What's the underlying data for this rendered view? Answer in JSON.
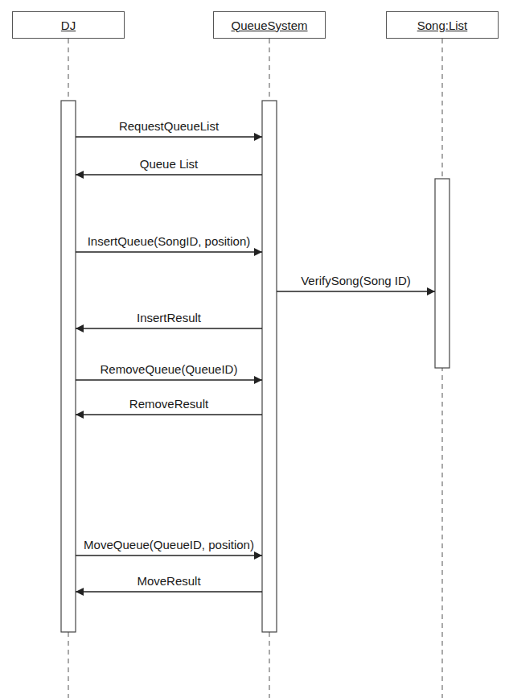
{
  "diagram": {
    "nodes": [
      {
        "text": [
          "DJ"
        ]
      },
      {
        "text": [
          "QueueSystem"
        ]
      },
      {
        "text": [
          "Song:List"
        ]
      }
    ],
    "edges": [
      {
        "from": 0,
        "to": 1,
        "arrow": "to",
        "label": "RequestQueueList"
      },
      {
        "from": 1,
        "to": 0,
        "arrow": "to",
        "label": "Queue List"
      },
      {
        "from": 0,
        "to": 1,
        "arrow": "to",
        "label": "InsertQueue(SongID, position)"
      },
      {
        "from": 1,
        "to": 2,
        "arrow": "to",
        "label": "VerifySong(Song ID)"
      },
      {
        "from": 1,
        "to": 0,
        "arrow": "to",
        "label": "InsertResult"
      },
      {
        "from": 0,
        "to": 1,
        "arrow": "to",
        "label": "RemoveQueue(QueueID)"
      },
      {
        "from": 1,
        "to": 0,
        "arrow": "to",
        "label": "RemoveResult"
      },
      {
        "from": 0,
        "to": 1,
        "arrow": "to",
        "label": "MoveQueue(QueueID, position)"
      },
      {
        "from": 1,
        "to": 0,
        "arrow": "to",
        "label": "MoveResult"
      }
    ]
  }
}
